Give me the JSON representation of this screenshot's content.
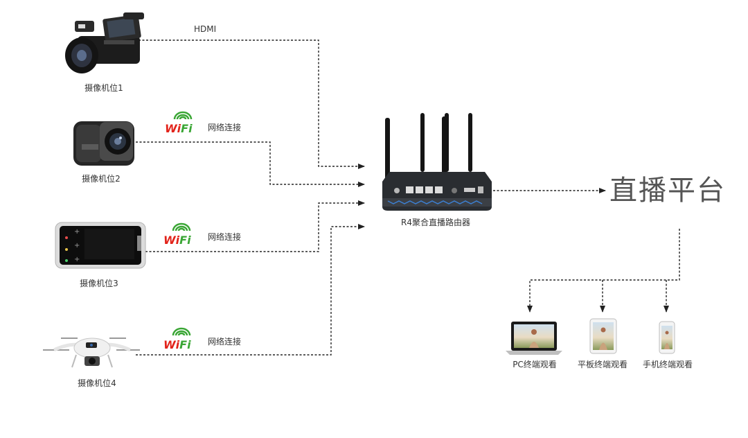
{
  "sources": [
    {
      "label": "摄像机位1",
      "link": "HDMI"
    },
    {
      "label": "摄像机位2",
      "link": "网络连接"
    },
    {
      "label": "摄像机位3",
      "link": "网络连接"
    },
    {
      "label": "摄像机位4",
      "link": "网络连接"
    }
  ],
  "wifi_logo": "WiFi",
  "router": {
    "label": "R4聚合直播路由器"
  },
  "platform": {
    "label": "直播平台"
  },
  "viewers": [
    {
      "label": "PC终端观看"
    },
    {
      "label": "平板终端观看"
    },
    {
      "label": "手机终端观看"
    }
  ],
  "colors": {
    "line": "#222222",
    "wifi_green": "#3aa635",
    "wifi_red": "#e2231a",
    "device_dark": "#1e1e1e",
    "router_body": "#2a2d31"
  }
}
